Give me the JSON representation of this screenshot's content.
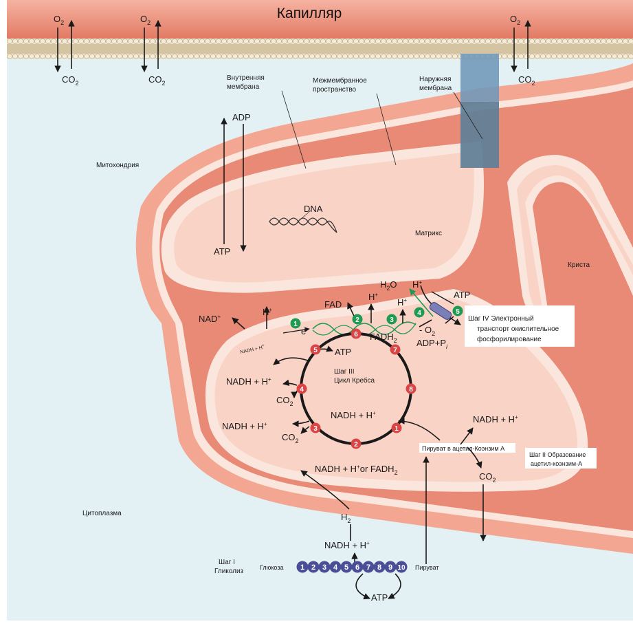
{
  "title": "Капилляр",
  "gas": {
    "o2": "O",
    "o2_sub": "2",
    "co2": "CO",
    "co2_sub": "2"
  },
  "labels": {
    "inner_membrane_1": "Внутренняя",
    "inner_membrane_2": "мембрана",
    "intermembrane_1": "Межмембранное",
    "intermembrane_2": "пространство",
    "outer_membrane_1": "Наружняя",
    "outer_membrane_2": "мембрана",
    "mitochondria": "Митохондрия",
    "matrix": "Матрикс",
    "crista": "Криста",
    "cytoplasm": "Цитоплазма",
    "dna": "DNA",
    "adp": "ADP",
    "atp": "ATP"
  },
  "chain": {
    "nad_plus": "NAD",
    "nadh_small": "NADH + H",
    "fad": "FAD",
    "fadh2": "FADH",
    "h_plus": "H",
    "electron": "e",
    "h2o": "H",
    "h2o_tail": "O",
    "o2_tail": "O",
    "adp_pi": "ADP+P",
    "pi_sub": "i",
    "atp": "ATP",
    "steps": [
      "1",
      "2",
      "3",
      "4",
      "5"
    ]
  },
  "step4": {
    "line1": "Шаг IV Электронный",
    "line2": "транспорт окислительное",
    "line3": "фосфорилирование"
  },
  "krebs": {
    "line1": "Шаг III",
    "line2": "Цикл Кребса",
    "nadh": "NADH + H",
    "atp": "ATP",
    "co2": "CO",
    "nums": [
      "1",
      "2",
      "3",
      "4",
      "5",
      "6",
      "7",
      "8"
    ],
    "bottom_text": "NADH + H",
    "bottom_or": "or FADH",
    "h2": "H"
  },
  "step2": {
    "pyruvate_to": "Пируват в ацетил-Коэнзим А",
    "title1": "Шаг II Образование",
    "title2": "ацетил-коэнзим-А",
    "nadh": "NADH + H",
    "co2": "CO"
  },
  "glycolysis": {
    "title1": "Шаг I",
    "title2": "Гликолиз",
    "glucose": "Глюкоза",
    "pyruvate": "Пируват",
    "nadh": "NADH + H",
    "atp": "ATP",
    "nums": [
      "1",
      "2",
      "3",
      "4",
      "5",
      "6",
      "7",
      "8",
      "9",
      "10"
    ]
  },
  "colors": {
    "capillary": "#e8826e",
    "membrane_head": "#f2dcc2",
    "cytoplasm": "#e3f1f4",
    "outer_fill": "#f3a792",
    "intermembrane": "#e88a76",
    "inner_membrane": "#fbe6dd",
    "matrix": "#f9d3c6",
    "step_red": "#d94444",
    "step_green": "#1f9a52",
    "glyco_blue": "#4a4e96",
    "transporter": "#6f97b8"
  }
}
